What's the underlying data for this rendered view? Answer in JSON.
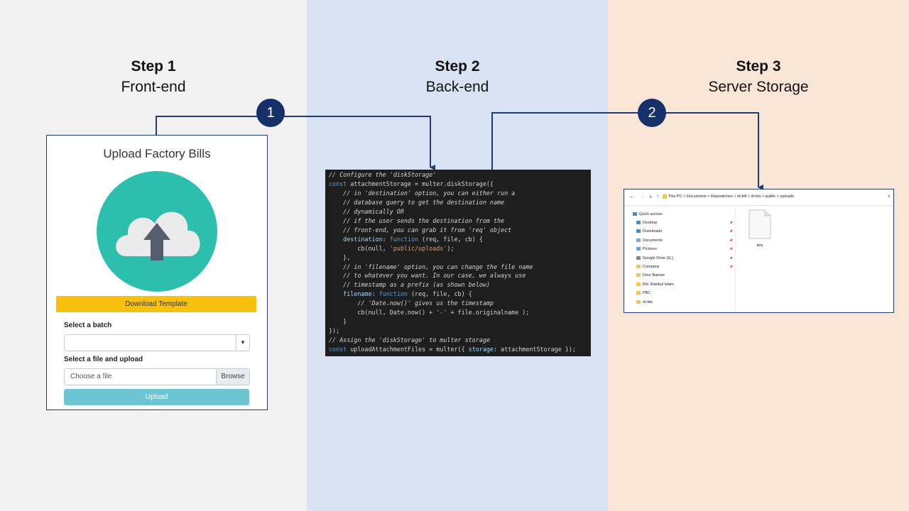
{
  "steps": [
    {
      "title": "Step 1",
      "subtitle": "Front-end"
    },
    {
      "title": "Step 2",
      "subtitle": "Back-end"
    },
    {
      "title": "Step 3",
      "subtitle": "Server Storage"
    }
  ],
  "badges": [
    "1",
    "2"
  ],
  "colors": {
    "panel1": "#f2f2f2",
    "panel2": "#dae3f3",
    "panel3": "#fbe5d6",
    "badge": "#16306a",
    "connector": "#1f3b6f"
  },
  "frontend": {
    "card_title": "Upload Factory Bills",
    "icon": "cloud-upload-icon",
    "download_button": "Download Template",
    "batch_label": "Select a batch",
    "batch_value": "",
    "file_label": "Select a file and upload",
    "file_placeholder": "Choose a file",
    "browse_button": "Browse",
    "upload_button": "Upload"
  },
  "code": {
    "lines": [
      "// Configure the 'diskStorage'",
      "const attachmentStorage = multer.diskStorage({",
      "    // in 'destination' option, you can either run a",
      "    // database query to get the destination name",
      "    // dynamically OR",
      "    // if the user sends the destination from the",
      "    // front-end, you can grab it from 'req' object",
      "    destination: function (req, file, cb) {",
      "        cb(null, 'public/uploads');",
      "    },",
      "    // in 'filename' option, you can change the file name",
      "    // to whatever you want. In our case, we always use",
      "    // timestamp as a prefix (as shown below)",
      "    filename: function (req, file, cb) {",
      "        // 'Date.now()' gives us the timestamp",
      "        cb(null, Date.now() + '-' + file.originalname );",
      "    }",
      "});",
      "// Assign the 'diskStorage' to multer storage",
      "const uploadAttachmentFiles = multer({ storage: attachmentStorage });"
    ]
  },
  "explorer": {
    "path": "This PC  >  Documents  >  Repositories  >  rb-bill  >  rb-bts  >  public  >  uploads",
    "sidebar": [
      {
        "label": "Quick access",
        "icon": "star-icon",
        "pinned": false
      },
      {
        "label": "Desktop",
        "icon": "desktop-icon",
        "pinned": true
      },
      {
        "label": "Downloads",
        "icon": "download-icon",
        "pinned": true
      },
      {
        "label": "Documents",
        "icon": "document-icon",
        "pinned": true
      },
      {
        "label": "Pictures",
        "icon": "pictures-icon",
        "pinned": true
      },
      {
        "label": "Google Drive (G:)",
        "icon": "drive-icon",
        "pinned": true
      },
      {
        "label": "Company",
        "icon": "folder-icon",
        "pinned": true
      },
      {
        "label": "Door Banner",
        "icon": "folder-icon",
        "pinned": false
      },
      {
        "label": "Md. Rakibul Islam",
        "icon": "folder-icon",
        "pinned": false
      },
      {
        "label": "PBC",
        "icon": "folder-icon",
        "pinned": false
      },
      {
        "label": "rb-bts",
        "icon": "folder-icon",
        "pinned": false
      }
    ],
    "files": [
      {
        "name": "tets",
        "icon": "file-icon"
      }
    ]
  }
}
